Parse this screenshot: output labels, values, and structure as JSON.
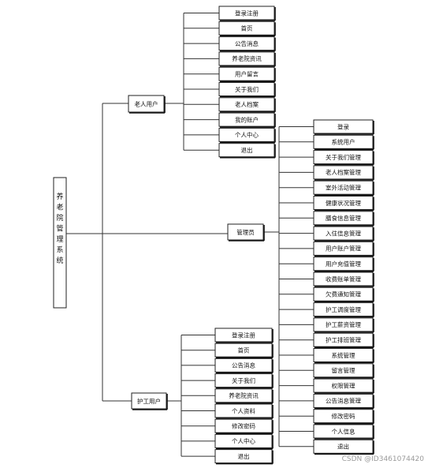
{
  "root": {
    "label": "养老院管理系统"
  },
  "branches": [
    {
      "id": "elder",
      "label": "老人用户",
      "children": [
        "登录注册",
        "首页",
        "公告消息",
        "养老院资讯",
        "用户留言",
        "关于我们",
        "老人档案",
        "我的账户",
        "个人中心",
        "退出"
      ]
    },
    {
      "id": "admin",
      "label": "管理员",
      "children": [
        "登录",
        "系统用户",
        "关于我们管理",
        "老人档案管理",
        "室外活动管理",
        "健康状况管理",
        "膳食信息管理",
        "入住信息管理",
        "用户账户管理",
        "用户充值管理",
        "收费账单管理",
        "欠费通知管理",
        "护工调度管理",
        "护工薪资管理",
        "护工排班管理",
        "系统管理",
        "留言管理",
        "权限管理",
        "公告消息管理",
        "修改密码",
        "个人信息",
        "退出"
      ]
    },
    {
      "id": "caregiver",
      "label": "护工用户",
      "children": [
        "登录注册",
        "首页",
        "公告消息",
        "关于我们",
        "养老院资讯",
        "个人资料",
        "修改密码",
        "个人中心",
        "退出"
      ]
    }
  ],
  "watermark": "CSDN @ID3461074420"
}
